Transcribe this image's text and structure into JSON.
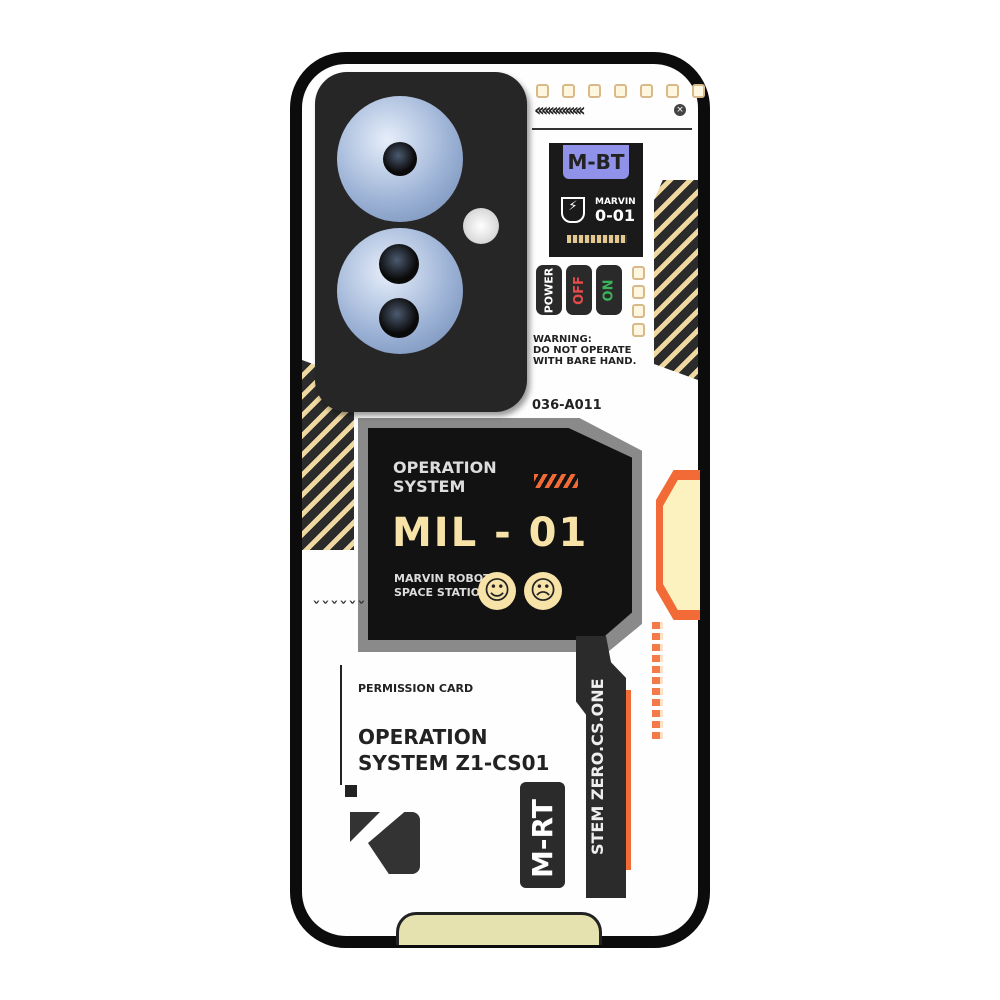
{
  "badge": {
    "title": "M-BT",
    "name": "MARVIN",
    "code": "0-01"
  },
  "switches": {
    "power": "POWER",
    "off": "OFF",
    "on": "ON"
  },
  "warning": [
    "WARNING:",
    "DO NOT OPERATE",
    "WITH BARE HAND."
  ],
  "serial": "036-A011",
  "screen": {
    "line1": "OPERATION",
    "line2": "SYSTEM",
    "model": "MIL - 01",
    "sub1": "MARVIN ROBOT",
    "sub2": "SPACE STATION"
  },
  "card": {
    "label": "PERMISSION CARD",
    "line1": "OPERATION",
    "line2": "SYSTEM Z1-CS01"
  },
  "vertical": {
    "system": "STEM ZERO.CS.ONE",
    "brand": "M-RT"
  },
  "colors": {
    "accent": "#f26a35",
    "badge": "#8f92e8",
    "stripe": "#f0d9a0"
  }
}
